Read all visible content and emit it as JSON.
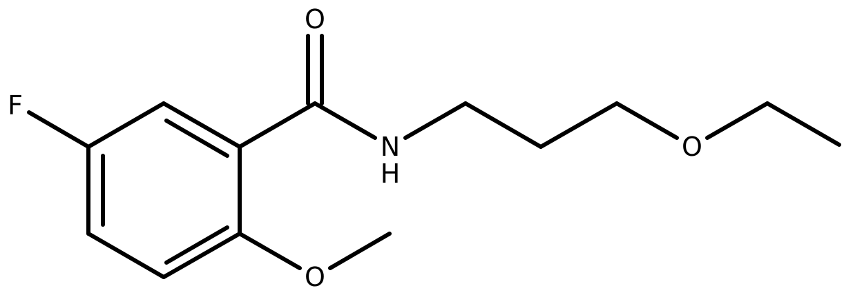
{
  "molecule": {
    "atoms": {
      "fluorine": "F",
      "carbonyl_oxygen": "O",
      "amide_nitrogen": "N",
      "amide_hydrogen": "H",
      "ether_oxygen": "O",
      "methoxy_oxygen": "O"
    },
    "colors": {
      "bond": "#000000",
      "label": "#000000",
      "background": "#ffffff"
    }
  }
}
